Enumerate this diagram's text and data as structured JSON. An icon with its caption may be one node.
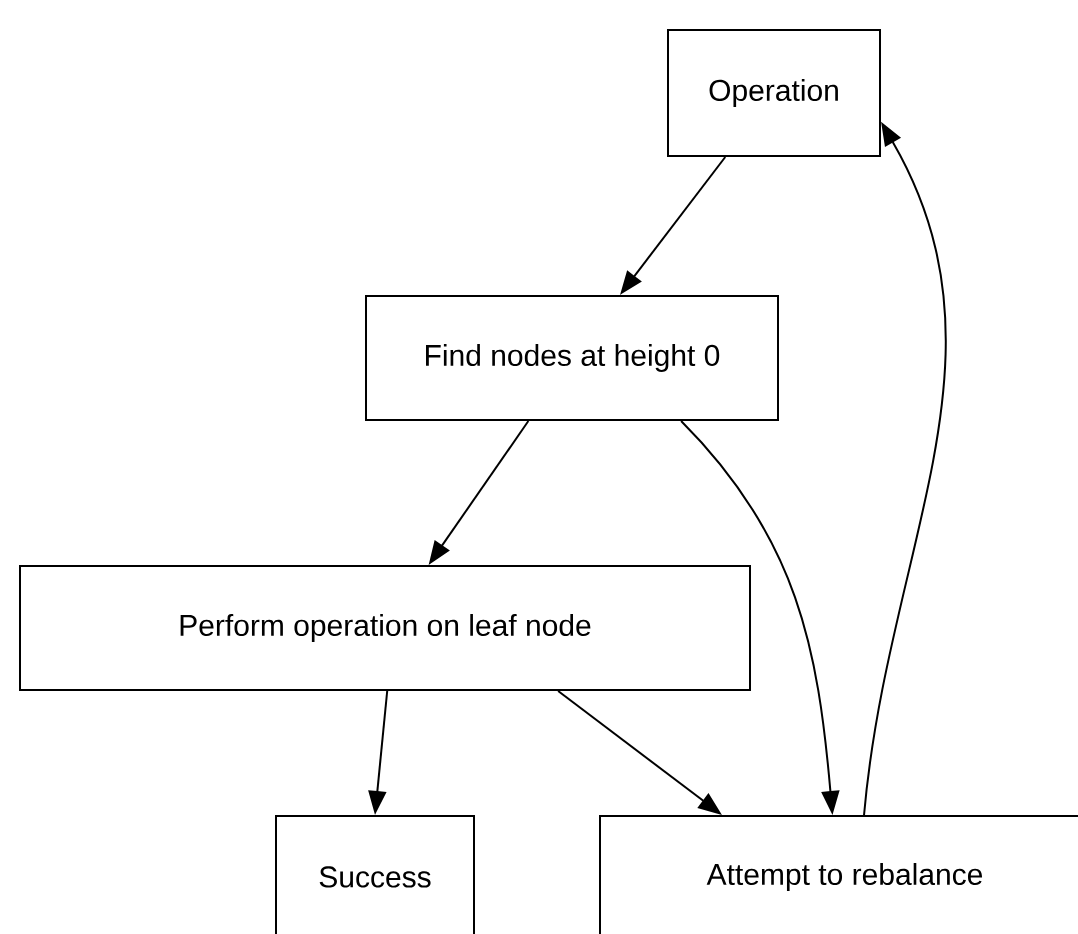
{
  "diagram": {
    "nodes": [
      {
        "text": [
          "Operation"
        ]
      },
      {
        "text": [
          "Find nodes at height 0"
        ]
      },
      {
        "text": [
          "Perform operation on leaf node"
        ]
      },
      {
        "text": [
          "Success"
        ]
      },
      {
        "text": [
          "Attempt to rebalance"
        ]
      }
    ],
    "edges": [
      {
        "from": 0,
        "to": 1,
        "arrow": "to"
      },
      {
        "from": 1,
        "to": 2,
        "arrow": "to"
      },
      {
        "from": 1,
        "to": 4,
        "arrow": "to"
      },
      {
        "from": 2,
        "to": 3,
        "arrow": "to"
      },
      {
        "from": 2,
        "to": 4,
        "arrow": "to"
      },
      {
        "from": 4,
        "to": 0,
        "arrow": "to"
      }
    ]
  }
}
